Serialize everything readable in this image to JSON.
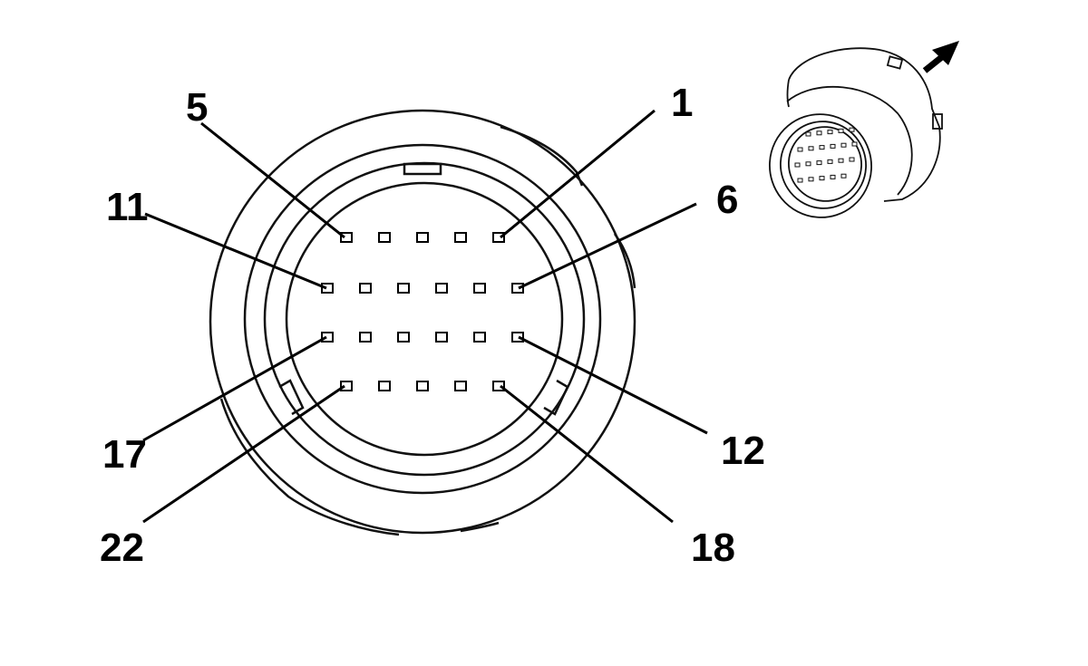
{
  "diagram": {
    "callouts": [
      {
        "id": "pin-1",
        "label": "1"
      },
      {
        "id": "pin-5",
        "label": "5"
      },
      {
        "id": "pin-6",
        "label": "6"
      },
      {
        "id": "pin-11",
        "label": "11"
      },
      {
        "id": "pin-12",
        "label": "12"
      },
      {
        "id": "pin-17",
        "label": "17"
      },
      {
        "id": "pin-18",
        "label": "18"
      },
      {
        "id": "pin-22",
        "label": "22"
      }
    ],
    "pin_rows": [
      5,
      6,
      6,
      5
    ],
    "pin_total": 22,
    "line_color": "#000000",
    "background_color": "#ffffff",
    "icons": [
      "connector-face-icon",
      "connector-perspective-icon",
      "direction-arrow-icon"
    ]
  }
}
